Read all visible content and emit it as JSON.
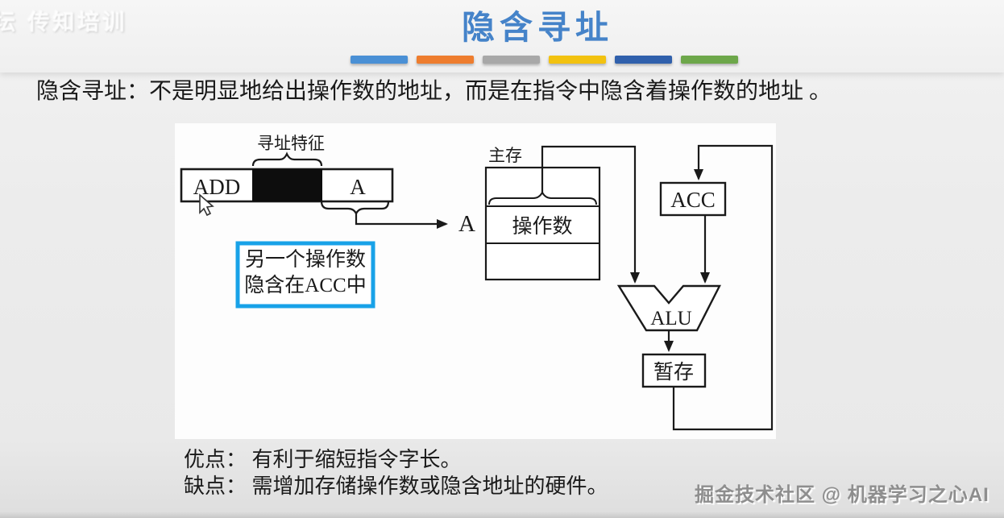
{
  "page": {
    "title": "隐含寻址",
    "intro": "隐含寻址：不是明显地给出操作数的地址，而是在指令中隐含着操作数的地址 。",
    "corner_watermark": "坛 传知培训",
    "footer_watermark": "掘金技术社区 @ 机器学习之心AI"
  },
  "separator_bars": [
    {
      "name": "light-blue",
      "color": "#4A90D5"
    },
    {
      "name": "orange",
      "color": "#EE7D2E"
    },
    {
      "name": "gray",
      "color": "#A8A8A8"
    },
    {
      "name": "gold",
      "color": "#F2C210"
    },
    {
      "name": "dark-blue",
      "color": "#3060AC"
    },
    {
      "name": "green",
      "color": "#6DA74A"
    }
  ],
  "diagram": {
    "instruction": {
      "feature_label": "寻址特征",
      "opcode": "ADD",
      "address_field": "A",
      "address_out": "A"
    },
    "note_box": {
      "line1": "另一个操作数",
      "line2": "隐含在ACC中",
      "border_color": "#18A2E8"
    },
    "memory": {
      "label": "主存",
      "operand": "操作数"
    },
    "acc_label": "ACC",
    "alu_label": "ALU",
    "temp_label": "暂存"
  },
  "notes": {
    "advantage": "优点： 有利于缩短指令字长。",
    "disadvantage": "缺点： 需增加存储操作数或隐含地址的硬件。"
  }
}
